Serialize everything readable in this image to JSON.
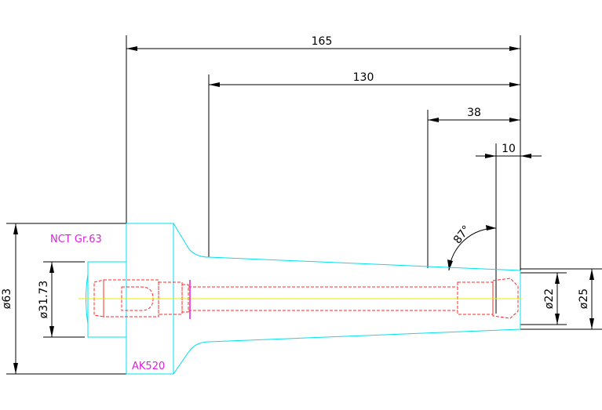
{
  "dimensions": {
    "total_length": "165",
    "taper_length": "130",
    "front_length": "38",
    "tip_length": "10",
    "angle": "87°",
    "flange_diameter": "ø63",
    "bore_diameter": "ø31.73",
    "tip_diameter_small": "ø22",
    "tip_diameter_large": "ø25"
  },
  "labels": {
    "standard": "NCT Gr.63",
    "interface": "AK520"
  },
  "colors": {
    "outline": "#00e0f0",
    "hidden": "#ff2a2a",
    "centerline": "#e8e800",
    "annotation": "#e020e0",
    "dimension": "#000000"
  }
}
